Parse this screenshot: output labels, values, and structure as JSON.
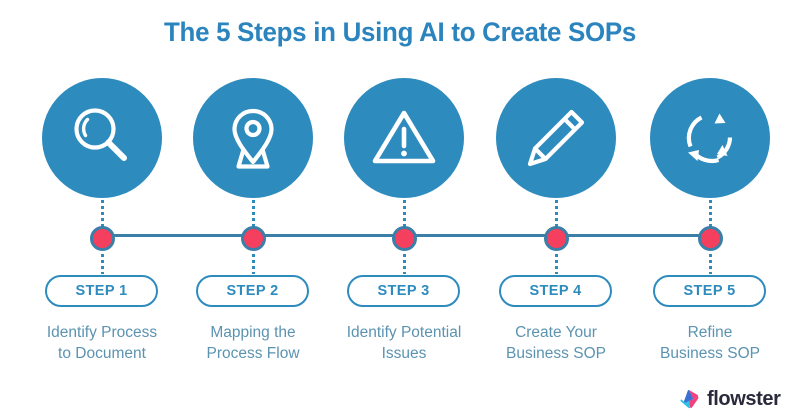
{
  "title": "The 5 Steps in Using AI to Create SOPs",
  "theme": {
    "circle_blue": "#2E8BBE",
    "title_blue": "#2B84BE",
    "caption_blue": "#5B93B0",
    "dot_pink": "#F43F5E",
    "dot_ring_blue": "#3B7FA8",
    "line_blue": "#3B7FA8",
    "background": "#FFFFFF"
  },
  "steps": [
    {
      "icon": "magnifying-glass-icon",
      "badge": "STEP 1",
      "caption_line1": "Identify Process",
      "caption_line2": "to Document"
    },
    {
      "icon": "map-pin-icon",
      "badge": "STEP 2",
      "caption_line1": "Mapping the",
      "caption_line2": "Process Flow"
    },
    {
      "icon": "warning-triangle-icon",
      "badge": "STEP 3",
      "caption_line1": "Identify Potential",
      "caption_line2": "Issues"
    },
    {
      "icon": "pencil-icon",
      "badge": "STEP 4",
      "caption_line1": "Create Your",
      "caption_line2": "Business SOP"
    },
    {
      "icon": "recycle-arrows-icon",
      "badge": "STEP 5",
      "caption_line1": "Refine",
      "caption_line2": "Business SOP"
    }
  ],
  "logo": {
    "name": "flowster",
    "mark_colors": [
      "#3B6FD4",
      "#F43F7E",
      "#2BC4E8"
    ]
  }
}
